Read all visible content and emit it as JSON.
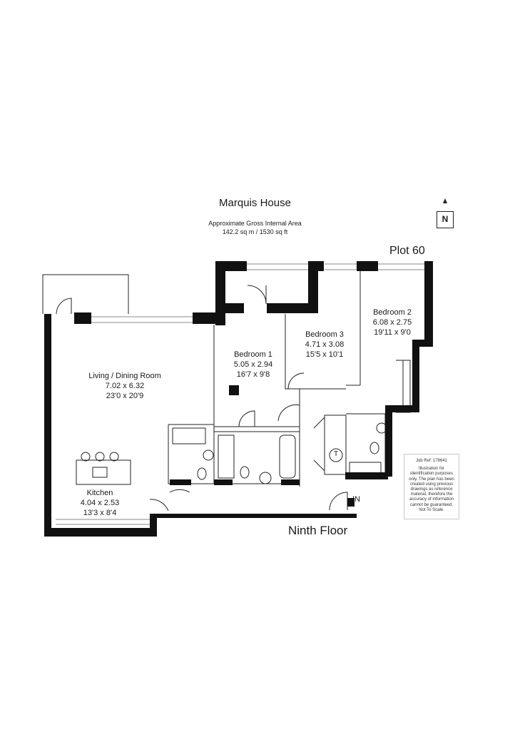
{
  "building_name": "Marquis House",
  "area": {
    "label": "Approximate Gross Internal Area",
    "value": "142.2 sq m / 1530 sq ft"
  },
  "plot": "Plot 60",
  "floor": "Ninth Floor",
  "entrance": "IN",
  "north": "N",
  "cupboard_marker": "T",
  "rooms": {
    "living": {
      "name": "Living / Dining Room",
      "metric": "7.02 x 6.32",
      "imperial": "23'0 x 20'9"
    },
    "kitchen": {
      "name": "Kitchen",
      "metric": "4.04 x 2.53",
      "imperial": "13'3 x 8'4"
    },
    "bedroom1": {
      "name": "Bedroom 1",
      "metric": "5.05 x 2.94",
      "imperial": "16'7 x 9'8"
    },
    "bedroom2": {
      "name": "Bedroom 2",
      "metric": "6.08 x 2.75",
      "imperial": "19'11 x 9'0"
    },
    "bedroom3": {
      "name": "Bedroom 3",
      "metric": "4.71 x 3.08",
      "imperial": "15'5 x 10'1"
    }
  },
  "disclaimer": {
    "job_ref": "Job Ref: 178641",
    "text": "Illustration for identification purposes only. The plan has been created using previous drawings as reference material, therefore the accuracy of information cannot be guaranteed. Not To Scale."
  }
}
